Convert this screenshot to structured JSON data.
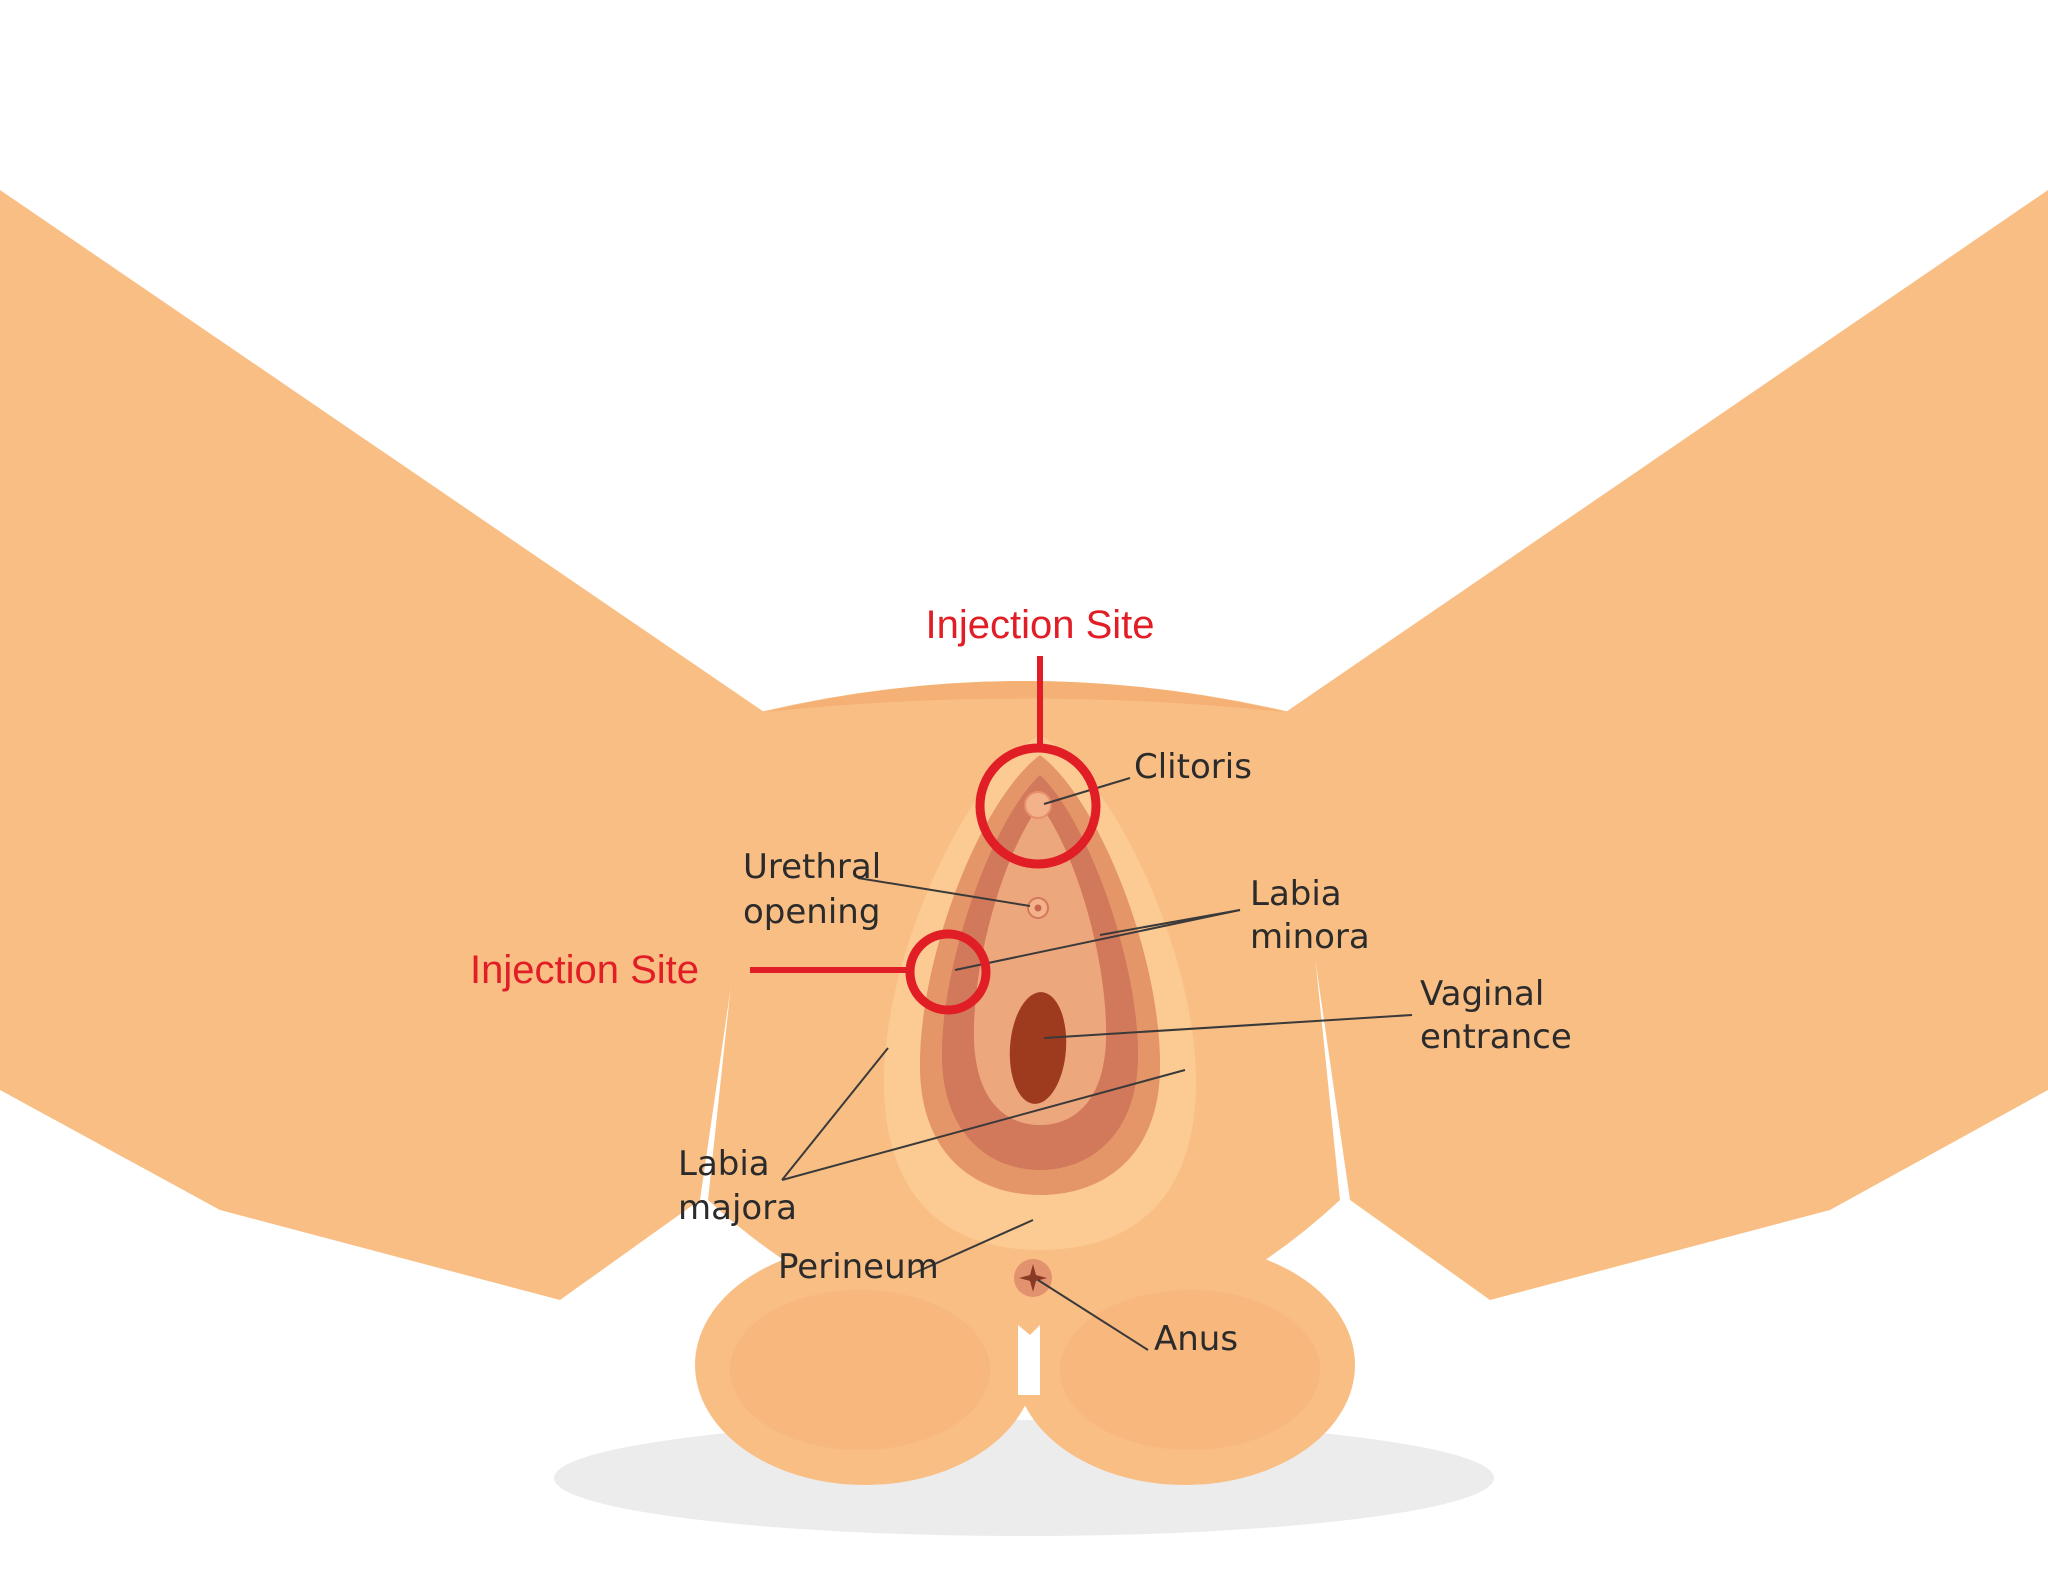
{
  "diagram": {
    "injection_labels": [
      "Injection Site",
      "Injection Site"
    ],
    "labels": {
      "clitoris": "Clitoris",
      "urethral": [
        "Urethral",
        "opening"
      ],
      "labia_minora": [
        "Labia",
        "minora"
      ],
      "vaginal_entrance": [
        "Vaginal",
        "entrance"
      ],
      "labia_majora": [
        "Labia",
        "majora"
      ],
      "perineum": "Perineum",
      "anus": "Anus"
    },
    "colors": {
      "skin": "#F9BE84",
      "skin_shade": "#F4B075",
      "labia_outer": "#E59668",
      "labia_inner": "#D2785B",
      "vestibule": "#EDA77C",
      "opening": "#9E3B1F",
      "highlight": "#e11d26",
      "shadow": "#ECECEC"
    }
  }
}
